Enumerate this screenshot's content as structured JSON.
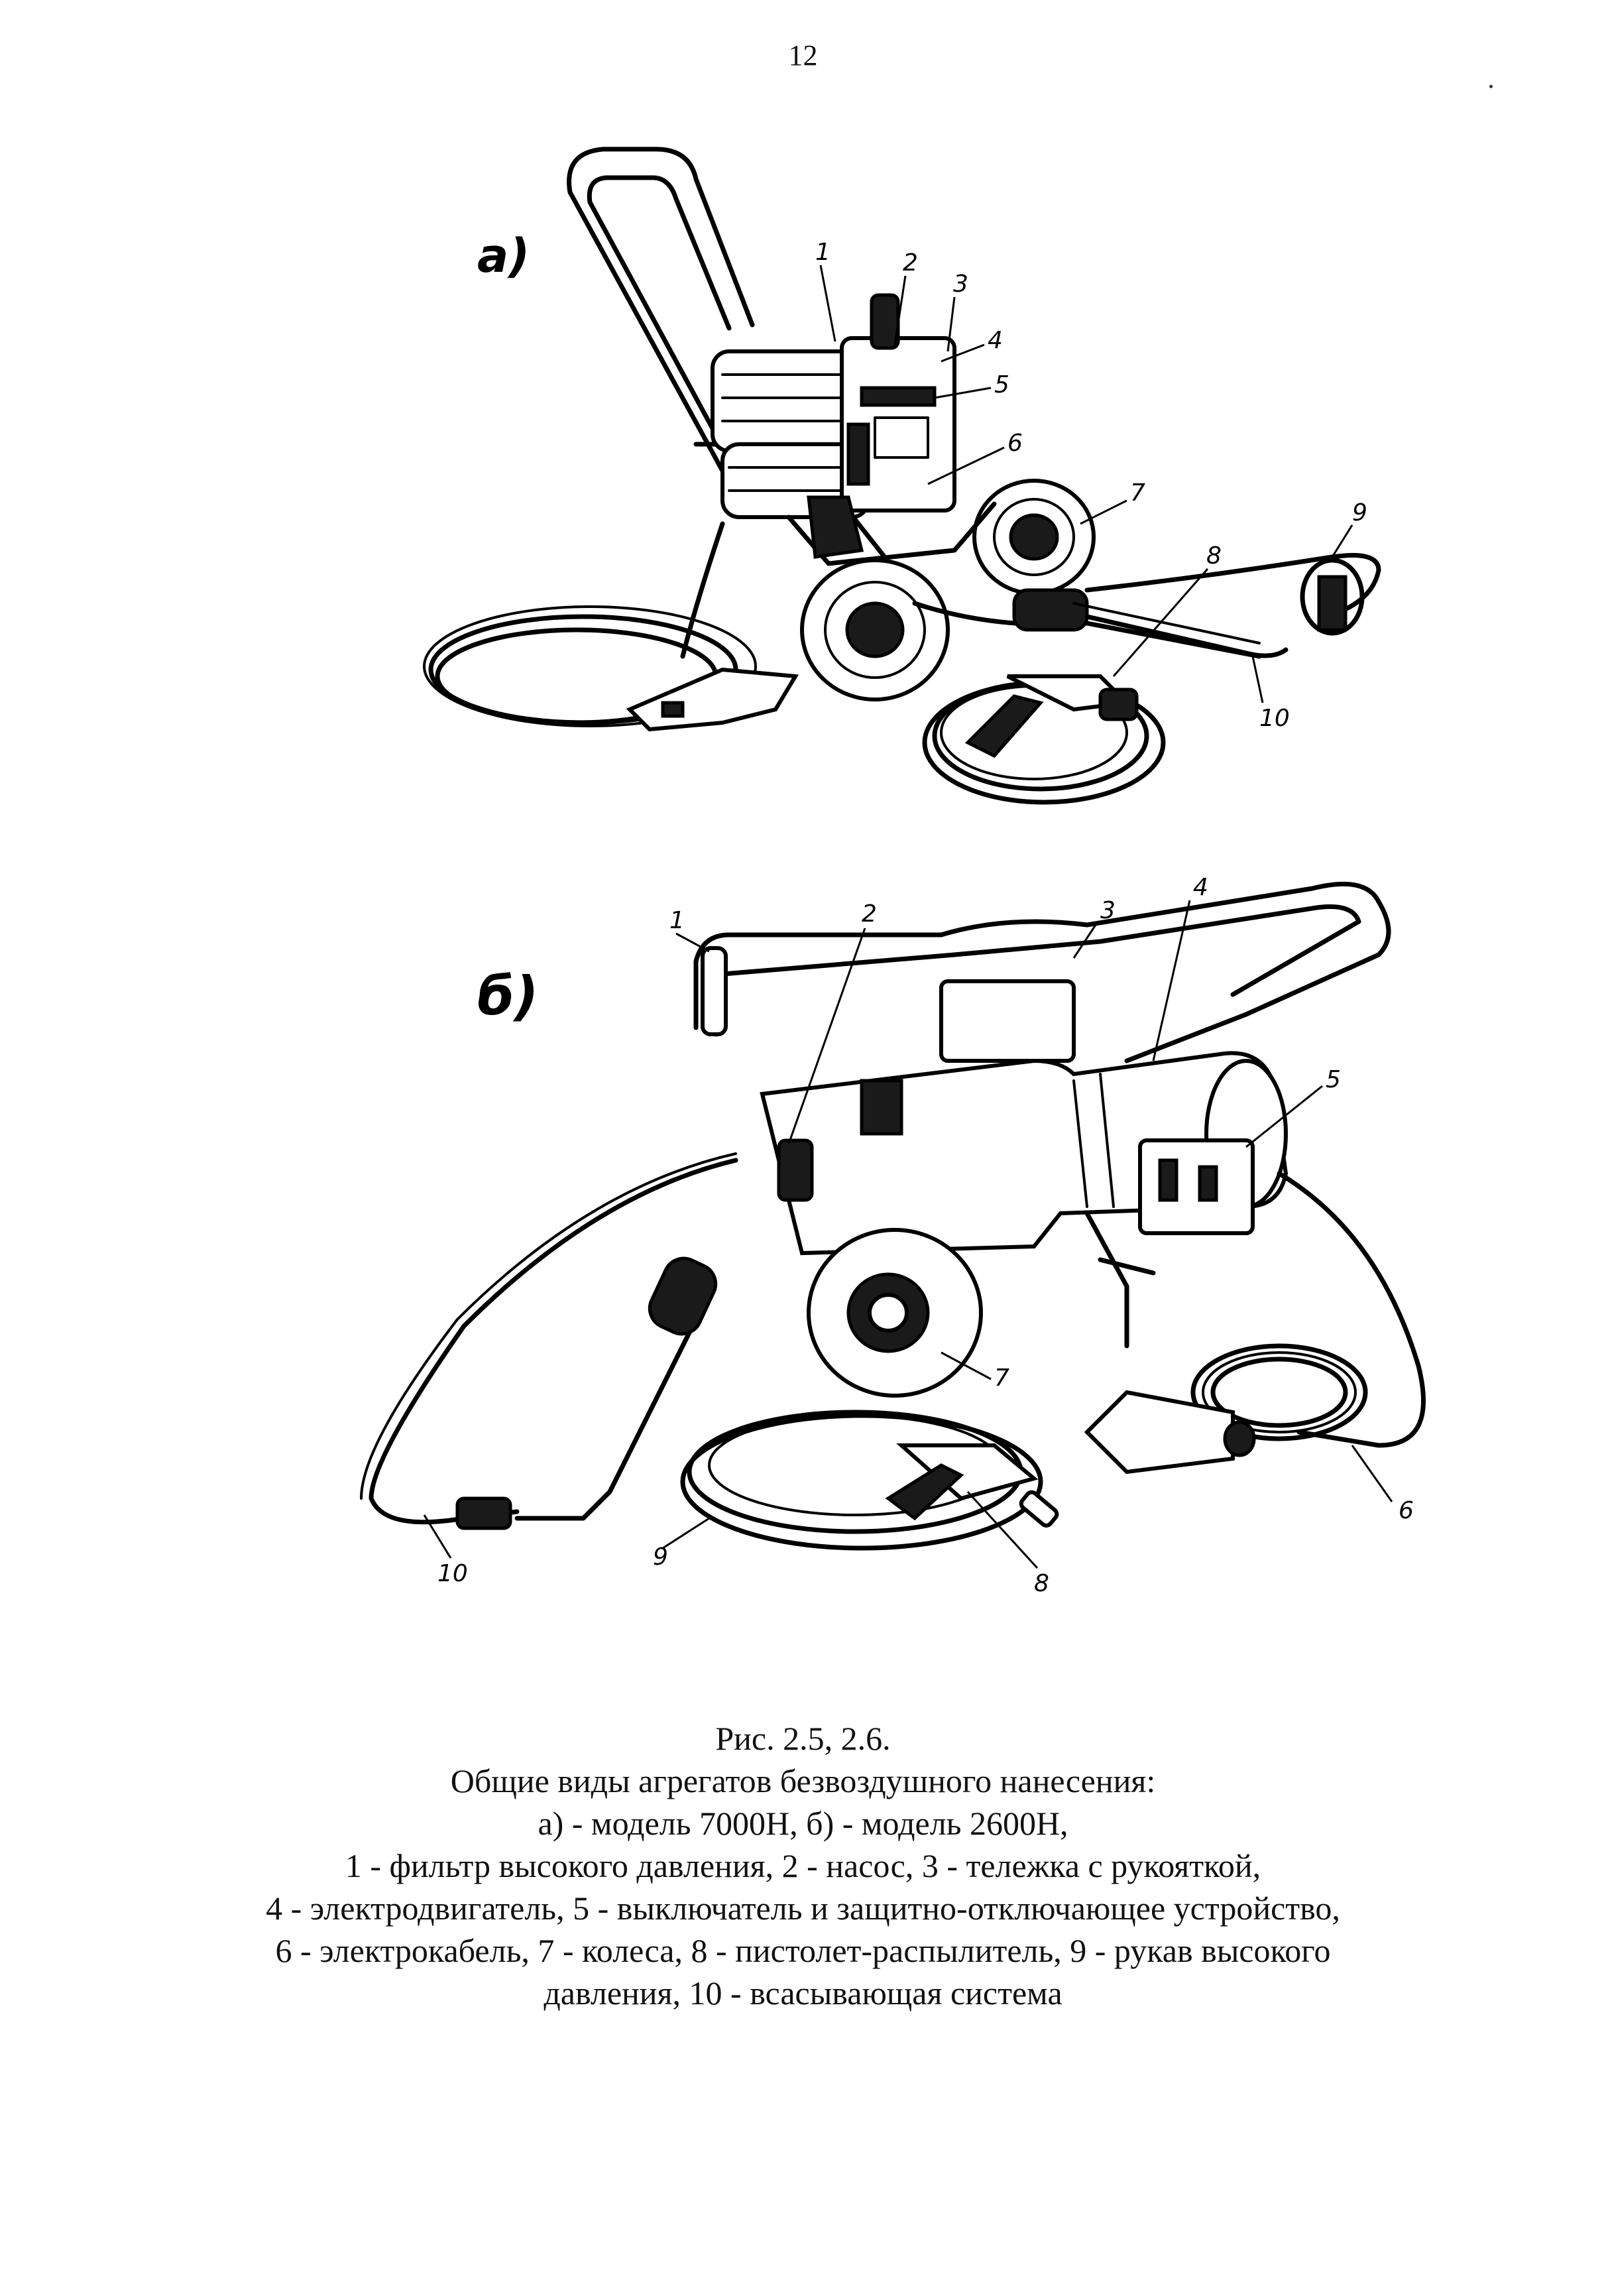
{
  "page": {
    "number": "12"
  },
  "figure_a": {
    "letter": "а)",
    "callouts": [
      "1",
      "2",
      "3",
      "4",
      "5",
      "6",
      "7",
      "8",
      "9",
      "10"
    ]
  },
  "figure_b": {
    "letter": "б)",
    "callouts": [
      "1",
      "2",
      "3",
      "4",
      "5",
      "6",
      "7",
      "8",
      "9",
      "10"
    ]
  },
  "caption": {
    "line1": "Рис. 2.5, 2.6.",
    "line2": "Общие виды агрегатов безвоздушного нанесения:",
    "line3": "а) - модель 7000Н, б) - модель 2600Н,",
    "line4": "1 - фильтр высокого давления, 2 - насос, 3 - тележка с рукояткой,",
    "line5": "4 - электродвигатель, 5 - выключатель и защитно-отключающее устройство,",
    "line6": "6 - электрокабель, 7 - колеса, 8 - пистолет-распылитель, 9 - рукав высокого",
    "line7": "давления, 10 - всасывающая система"
  }
}
